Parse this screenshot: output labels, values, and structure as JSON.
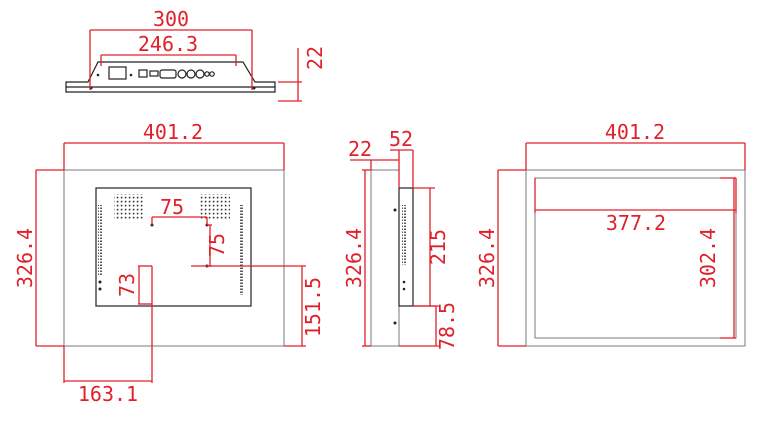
{
  "colors": {
    "dimension": "#e0202a",
    "outline": "#7a7a7a",
    "ink": "#222222",
    "background": "#ffffff"
  },
  "top_view": {
    "outer_width": "300",
    "port_span": "246.3",
    "depth": "22"
  },
  "rear_view": {
    "width": "401.2",
    "height": "326.4",
    "vesa_h": "75",
    "vesa_v": "75",
    "left_offset": "163.1",
    "lower_offset": "73",
    "bottom_offset": "151.5"
  },
  "side_view": {
    "depth_front": "22",
    "depth_total": "52",
    "height": "326.4",
    "body_height": "215",
    "foot_height": "78.5"
  },
  "front_view": {
    "width": "401.2",
    "height": "326.4",
    "display_width": "377.2",
    "display_height": "302.4"
  }
}
